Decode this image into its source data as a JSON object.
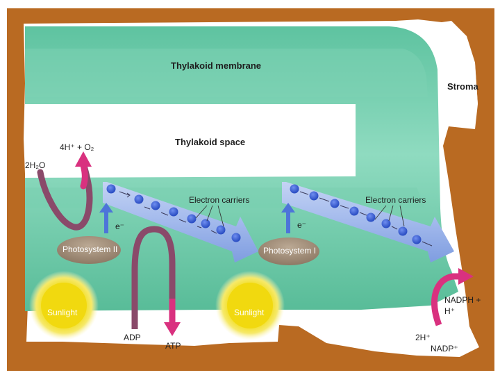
{
  "diagram": {
    "labels": {
      "thylakoid_membrane": "Thylakoid membrane",
      "thylakoid_space": "Thylakoid space",
      "stroma": "Stroma",
      "photosystem_ii": "Photosystem II",
      "photosystem_i": "Photosystem I",
      "sunlight_left": "Sunlight",
      "sunlight_right": "Sunlight",
      "electron_carriers_left": "Electron carriers",
      "electron_carriers_right": "Electron carriers",
      "water": "2H₂O",
      "oxygen": "4H⁺ + O₂",
      "adp": "ADP",
      "atp": "ATP",
      "nadph": "NADPH +",
      "h_plus": "H⁺",
      "two_h_plus": "2H⁺",
      "nadp_plus": "NADP⁺",
      "electron": "e⁻"
    },
    "colors": {
      "background_border": "#b96a22",
      "membrane": "#5ec3a0",
      "membrane_light": "#8ad8bd",
      "thylakoid_space": "#ffffff",
      "photosystem": "#a08c78",
      "sunlight": "#f2dc16",
      "sunlight_glow": "#fff59a",
      "electron_carrier_band": "#9fb7ea",
      "electron_carrier_dot": "#3b5fd6",
      "arrow_pink": "#d9317f",
      "arrow_mauve": "#8a4a6a"
    }
  }
}
